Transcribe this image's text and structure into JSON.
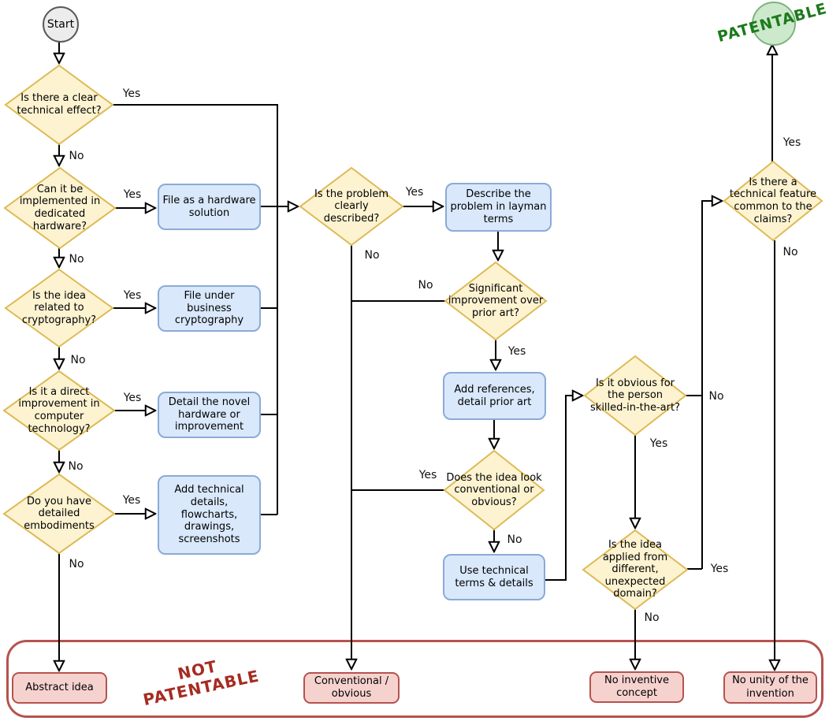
{
  "banners": {
    "patentable": "PATENTABLE",
    "not_patentable": "NOT PATENTABLE"
  },
  "start": {
    "label": "Start"
  },
  "decisions": {
    "technical_effect": "Is there a clear technical effect?",
    "dedicated_hardware": "Can it be implemented in dedicated hardware?",
    "cryptography": "Is the idea related to cryptography?",
    "computer_improvement": "Is it a direct improvement in computer technology?",
    "embodiments": "Do you have detailed embodiments",
    "problem_described": "Is the problem clearly described?",
    "significant_improvement": "Significant improvement over prior art?",
    "conventional_obvious": "Does the idea look conventional or obvious?",
    "obvious_skilled": "Is it obvious for the person skilled-in-the-art?",
    "different_domain": "Is the idea applied from different, unexpected domain?",
    "common_feature": "Is there a technical feature common to the claims?"
  },
  "actions": {
    "hardware_solution": "File as a hardware solution",
    "business_cryptography": "File under business cryptography",
    "novel_hardware": "Detail the novel hardware or improvement",
    "technical_details": "Add technical details, flowcharts, drawings, screenshots",
    "layman_terms": "Describe the problem in layman terms",
    "references": "Add references, detail prior art",
    "technical_terms": "Use technical terms & details"
  },
  "outcomes": {
    "abstract_idea": "Abstract idea",
    "conventional": "Conventional / obvious",
    "no_inventive": "No inventive concept",
    "no_unity": "No unity of the invention"
  },
  "edge_labels": {
    "yes": "Yes",
    "no": "No"
  },
  "colors": {
    "decision_fill": "#fdf3d1",
    "decision_border": "#ddba55",
    "action_fill": "#d9e8fb",
    "action_border": "#8aabd6",
    "outcome_fill": "#f6d2cf",
    "outcome_border": "#b5534e",
    "start_fill": "#ececec",
    "start_border": "#595959",
    "patentable_fill": "#cde9cc",
    "patentable_border": "#7fb27f",
    "patentable_text": "#1b7a1b",
    "not_patentable_text": "#a62b22",
    "line": "#000000"
  }
}
